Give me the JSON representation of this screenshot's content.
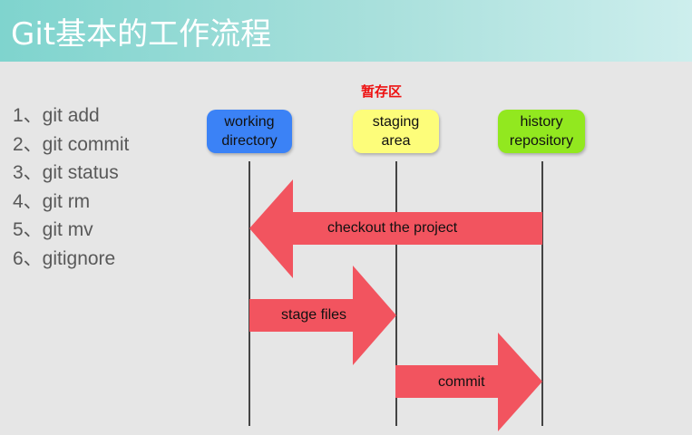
{
  "title": "Git基本的工作流程",
  "commands": [
    "1、git add",
    "2、git commit",
    "3、git status",
    "4、git rm",
    "5、git mv",
    "6、gitignore"
  ],
  "staging_heading": "暂存区",
  "boxes": {
    "working": "working\ndirectory",
    "staging": "staging\narea",
    "history": "history\nrepository"
  },
  "arrows": {
    "checkout": "checkout the project",
    "stage": "stage files",
    "commit": "commit"
  },
  "colors": {
    "arrow": "#f2545f",
    "working": "#3b82f6",
    "staging": "#fdfd7a",
    "history": "#92e81f",
    "label": "#ee1111"
  }
}
